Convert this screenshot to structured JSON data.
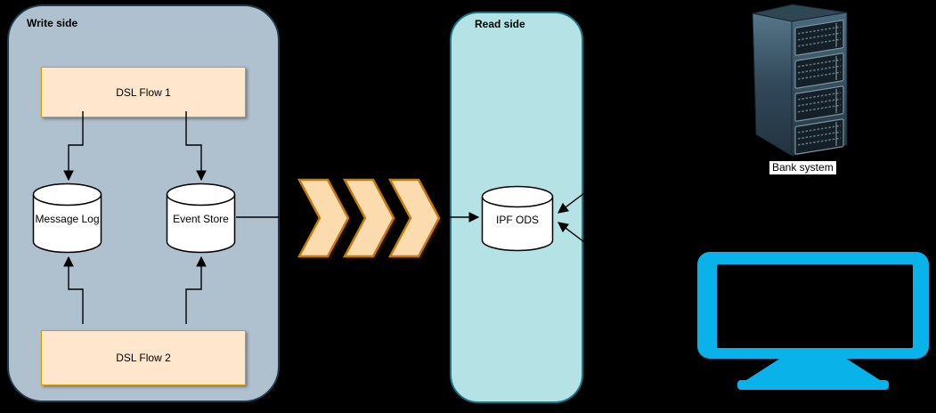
{
  "diagram": {
    "write_side": {
      "label": "Write side"
    },
    "read_side": {
      "label": "Read side"
    },
    "nodes": {
      "dsl_flow_1": {
        "label": "DSL Flow 1",
        "shape": "rectangle"
      },
      "dsl_flow_2": {
        "label": "DSL Flow 2",
        "shape": "rectangle"
      },
      "message_log": {
        "label": "Message Log",
        "shape": "cylinder"
      },
      "event_store": {
        "label": "Event Store",
        "shape": "cylinder"
      },
      "ipf_ods": {
        "label": "IPF ODS",
        "shape": "cylinder"
      }
    },
    "external": {
      "bank_system": {
        "label": "Bank system",
        "icon": "server-rack-icon"
      },
      "monitor": {
        "icon": "monitor-icon"
      }
    },
    "edges": [
      {
        "from": "dsl_flow_1",
        "to": "message_log",
        "arrow": "end"
      },
      {
        "from": "dsl_flow_1",
        "to": "event_store",
        "arrow": "end"
      },
      {
        "from": "dsl_flow_2",
        "to": "message_log",
        "arrow": "end"
      },
      {
        "from": "dsl_flow_2",
        "to": "event_store",
        "arrow": "end"
      },
      {
        "from": "event_store",
        "to": "ipf_ods",
        "via": "chevron-flow",
        "arrow": "end"
      },
      {
        "from": "right-upper",
        "to": "ipf_ods",
        "arrow": "end"
      },
      {
        "from": "right-lower",
        "to": "ipf_ods",
        "arrow": "end"
      }
    ],
    "chevron_flow": {
      "count": 3,
      "direction": "right"
    },
    "colors": {
      "background": "#000000",
      "write_panel_fill": "#AFC1CE",
      "write_panel_border": "#1D3A4F",
      "read_panel_fill": "#B5E2E5",
      "read_panel_border": "#147A8A",
      "node_fill": "#FFE6CC",
      "node_border": "#D79B00",
      "cylinder_fill": "#FFFFFF",
      "chevron_fill": "#FCDBAF",
      "chevron_border": "#C07C10",
      "connector": "#000000",
      "monitor_blue": "#09B3EA",
      "server_body": "#2F4654"
    }
  }
}
